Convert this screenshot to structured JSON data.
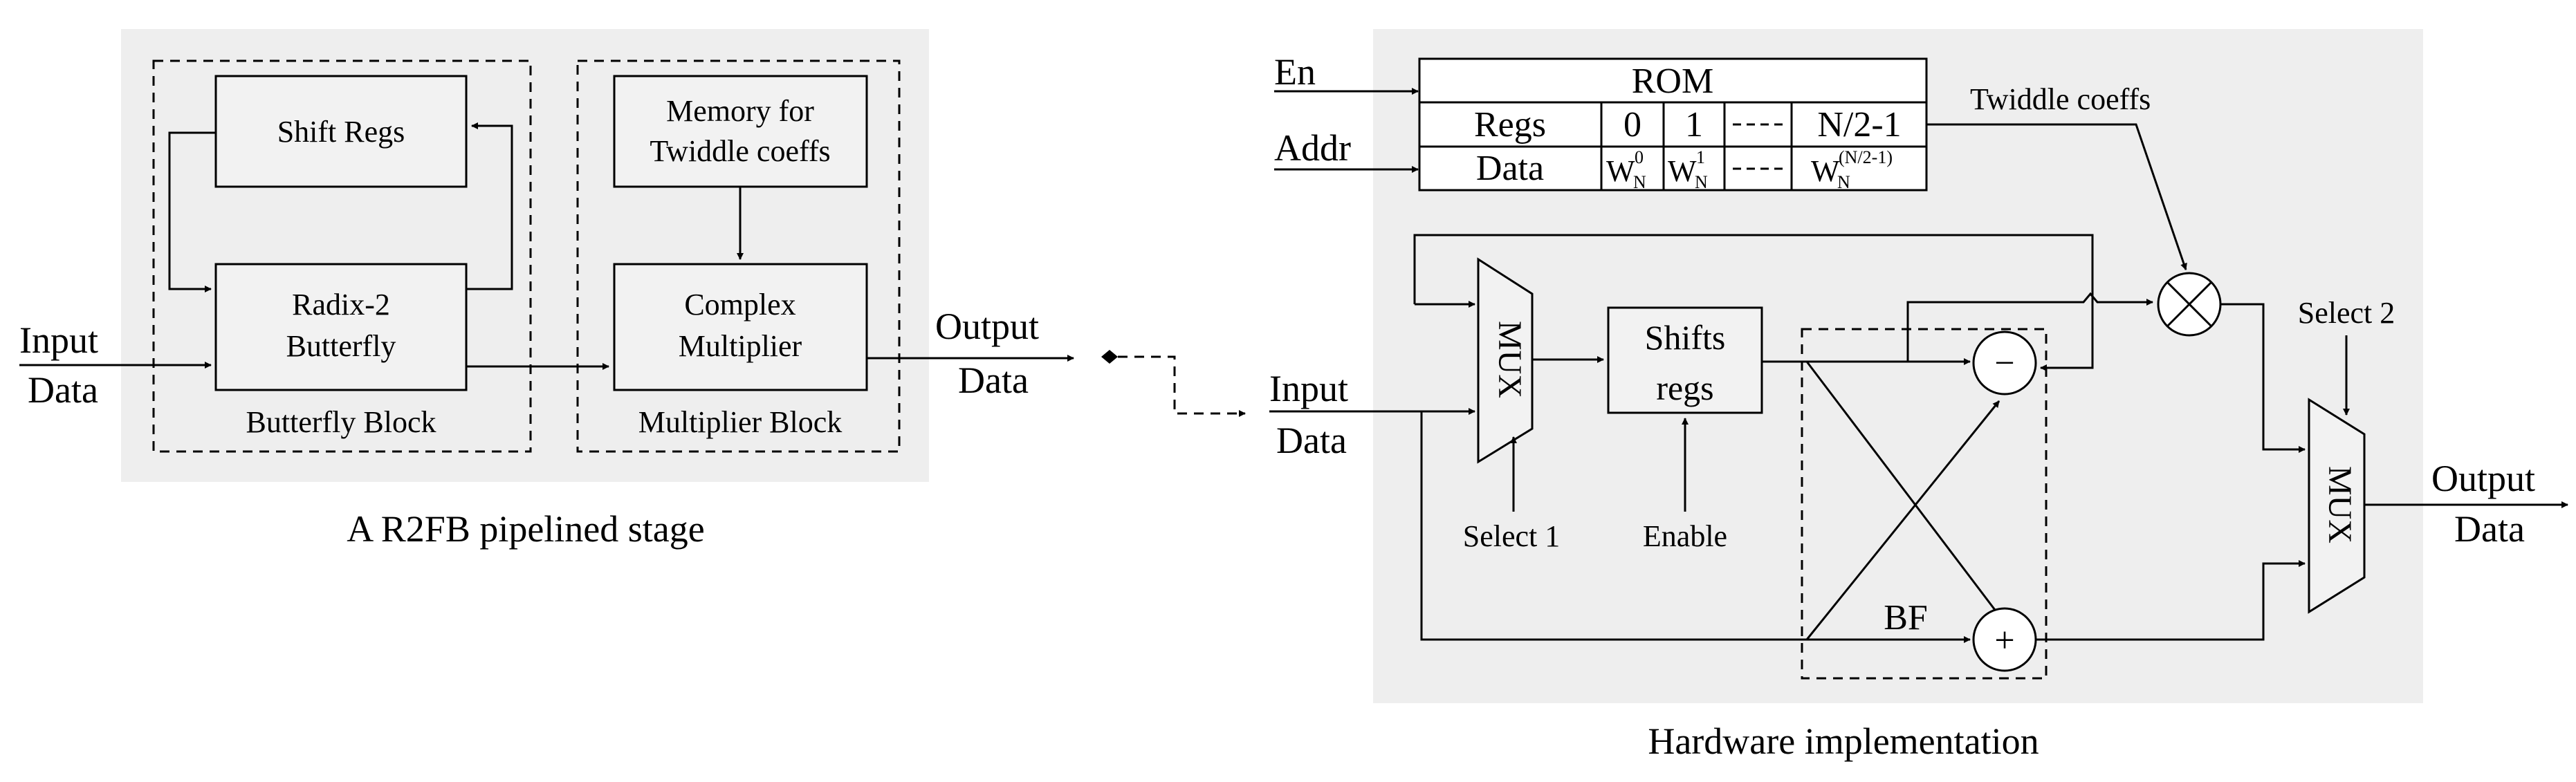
{
  "left_panel": {
    "input_label": [
      "Input",
      "Data"
    ],
    "shift_regs": "Shift Regs",
    "radix2": [
      "Radix-2",
      "Butterfly"
    ],
    "butterfly_block": "Butterfly Block",
    "memory": [
      "Memory for",
      "Twiddle coeffs"
    ],
    "complex_mult": [
      "Complex",
      "Multiplier"
    ],
    "multiplier_block": "Multiplier Block",
    "output_label": [
      "Output",
      "Data"
    ],
    "caption": "A R2FB pipelined stage"
  },
  "right_panel": {
    "en": "En",
    "addr": "Addr",
    "rom": {
      "title": "ROM",
      "row1": [
        "Regs",
        "0",
        "1",
        "N/2-1"
      ],
      "row2_label": "Data",
      "w_base": "W",
      "w_sub": "N",
      "w_sups": [
        "0",
        "1",
        "(N/2-1)"
      ]
    },
    "twiddle": "Twiddle coeffs",
    "input_label": [
      "Input",
      "Data"
    ],
    "mux1": "MUX",
    "shifts_regs": [
      "Shifts",
      "regs"
    ],
    "select1": "Select 1",
    "enable": "Enable",
    "minus": "−",
    "plus": "+",
    "bf": "BF",
    "select2": "Select 2",
    "mux2": "MUX",
    "output_label": [
      "Output",
      "Data"
    ],
    "caption": "Hardware implementation"
  }
}
